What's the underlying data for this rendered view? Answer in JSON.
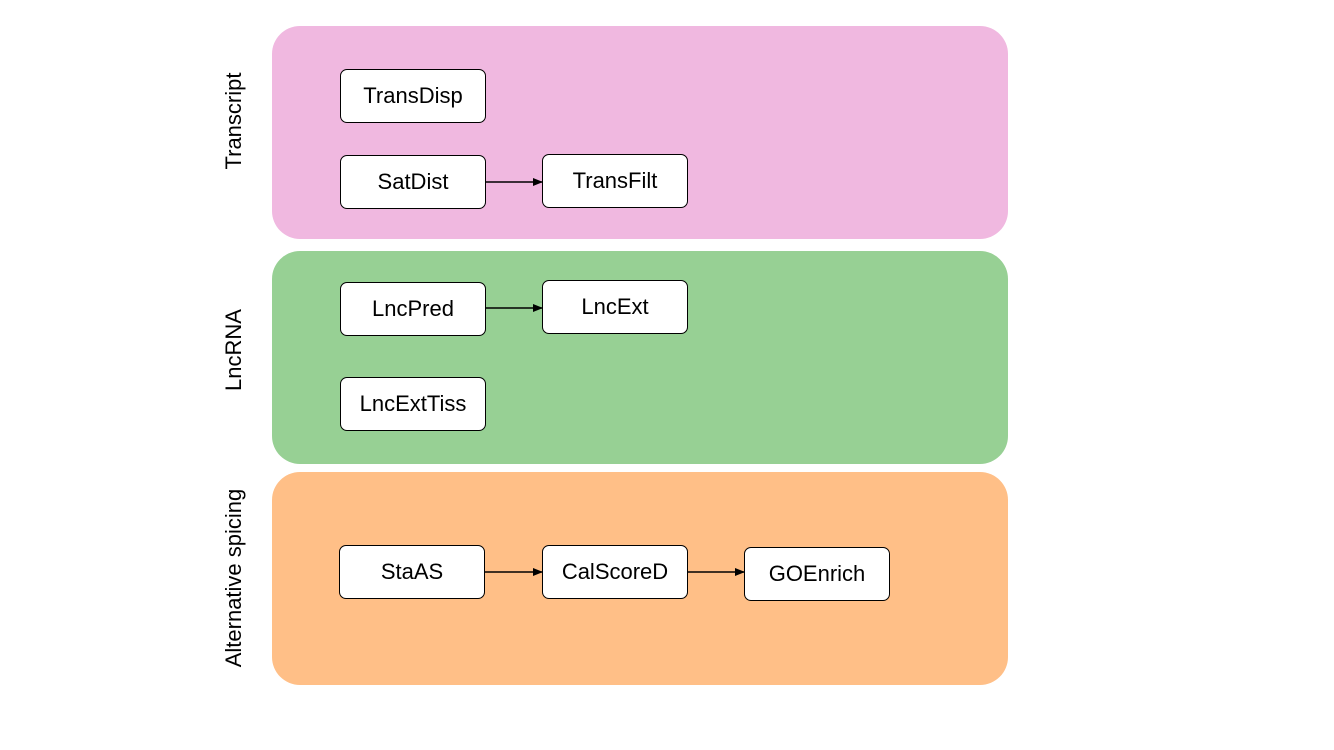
{
  "colors": {
    "transcript_panel": "#f0b8e0",
    "lncrna_panel": "#97d094",
    "alternative_splicing_panel": "#ffbf87",
    "node_fill": "#ffffff",
    "line": "#000000"
  },
  "groups": [
    {
      "label": "Transcript"
    },
    {
      "label": "LncRNA"
    },
    {
      "label": "Alternative spicing"
    }
  ],
  "nodes": {
    "transdisp": "TransDisp",
    "satdist": "SatDist",
    "transfilt": "TransFilt",
    "lncpred": "LncPred",
    "lncext": "LncExt",
    "lncexttiss": "LncExtTiss",
    "staas": "StaAS",
    "calscored": "CalScoreD",
    "goenrich": "GOEnrich"
  },
  "edges": [
    {
      "from": "SatDist",
      "to": "TransFilt"
    },
    {
      "from": "LncPred",
      "to": "LncExt"
    },
    {
      "from": "StaAS",
      "to": "CalScoreD"
    },
    {
      "from": "CalScoreD",
      "to": "GOEnrich"
    }
  ]
}
